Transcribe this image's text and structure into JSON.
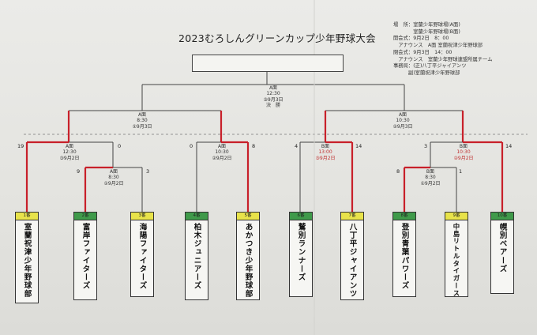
{
  "title": "2023むろしんグリーンカップ少年野球大会",
  "info": [
    "場　所：室蘭少年野球場(A面)",
    "　　　　室蘭少年野球場(B面)",
    "開会式：9月2日　8：00",
    "　アナウンス　A面 室蘭祝津少年野球部",
    "閉会式：9月3日　14：00",
    "　アナウンス　室蘭少年野球連盟所属チーム",
    "事務局：(正)八丁平ジャイアンツ",
    "　　　副)室蘭祝津少年野球部"
  ],
  "colors": {
    "num_yellow": "#e8e34a",
    "num_green": "#3f9a4a",
    "winner_line": "#c8202a",
    "line": "#444444"
  },
  "matches": [
    {
      "id": "final",
      "lines": [
        "A面",
        "12:30",
        "③9月3日",
        "決　勝"
      ],
      "red": false
    },
    {
      "id": "semi-left",
      "lines": [
        "A面",
        "8:30",
        "①9月3日"
      ],
      "red": false
    },
    {
      "id": "semi-right",
      "lines": [
        "A面",
        "10:30",
        "②9月3日"
      ],
      "red": false
    },
    {
      "id": "qf-1",
      "lines": [
        "A面",
        "12:30",
        "③9月2日"
      ],
      "red": false
    },
    {
      "id": "qf-2",
      "lines": [
        "A面",
        "10:30",
        "②9月2日"
      ],
      "red": false
    },
    {
      "id": "qf-3",
      "lines": [
        "B面",
        "13:00",
        "③9月2日"
      ],
      "red": true
    },
    {
      "id": "qf-4",
      "lines": [
        "B面",
        "10:30",
        "②9月2日"
      ],
      "red": true
    },
    {
      "id": "r1-left",
      "lines": [
        "A面",
        "8:30",
        "①9月2日"
      ],
      "red": false
    },
    {
      "id": "r1-right",
      "lines": [
        "B面",
        "8:30",
        "①9月2日"
      ],
      "red": false
    }
  ],
  "scores": {
    "qf1_left": "19",
    "qf1_right": "0",
    "r1l_left": "9",
    "r1l_right": "3",
    "qf2_left": "0",
    "qf2_right": "8",
    "qf3_left": "4",
    "qf3_right": "14",
    "qf4_left": "3",
    "qf4_right": "14",
    "r1r_left": "8",
    "r1r_right": "1"
  },
  "teams": [
    {
      "num": "1番",
      "color": "yellow",
      "name": "室蘭祝津少年野球部"
    },
    {
      "num": "2番",
      "color": "green",
      "name": "富岸ファイターズ"
    },
    {
      "num": "3番",
      "color": "yellow",
      "name": "海陽ファイターズ"
    },
    {
      "num": "4番",
      "color": "green",
      "name": "柏木ジュニアーズ"
    },
    {
      "num": "5番",
      "color": "yellow",
      "name": "あかつき少年野球部"
    },
    {
      "num": "6番",
      "color": "green",
      "name": "鷲別ランナーズ"
    },
    {
      "num": "7番",
      "color": "yellow",
      "name": "八丁平ジャイアンツ"
    },
    {
      "num": "8番",
      "color": "green",
      "name": "登別青葉パワーズ"
    },
    {
      "num": "9番",
      "color": "yellow",
      "name": "中島リトルタイガース"
    },
    {
      "num": "10番",
      "color": "green",
      "name": "幌別ベアーズ"
    }
  ]
}
